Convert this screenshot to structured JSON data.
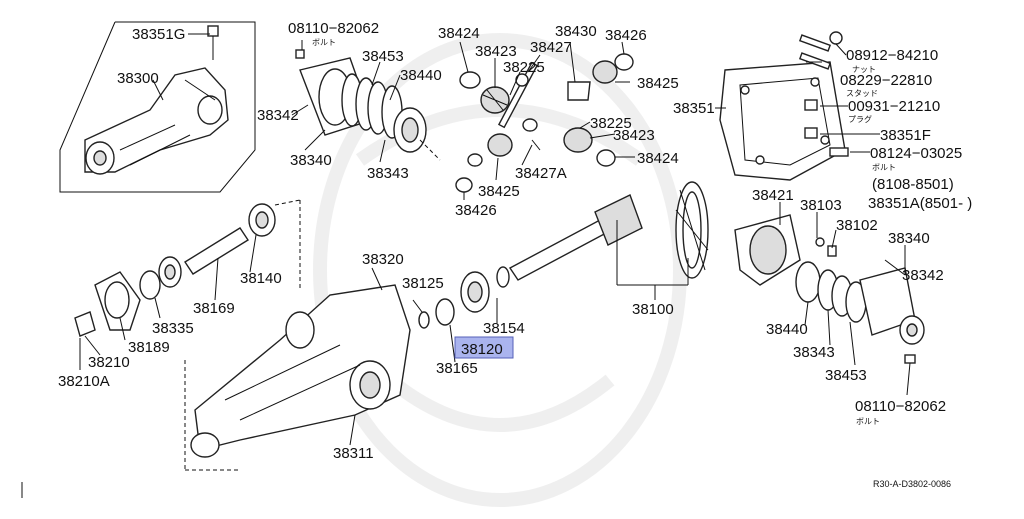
{
  "footer": "R30-A-D3802-0086",
  "callouts": {
    "c38351G": "38351G",
    "c38300": "38300",
    "c08110_top": "08110−82062",
    "c08110_top_sub": "ボルト",
    "c38453_top": "38453",
    "c38440_top": "38440",
    "c38342_top": "38342",
    "c38340_top": "38340",
    "c38343_top": "38343",
    "c38424_a": "38424",
    "c38423_a": "38423",
    "c38430": "38430",
    "c38427": "38427",
    "c38225_a": "38225",
    "c38426_a": "38426",
    "c38425_a": "38425",
    "c38225_b": "38225",
    "c38423_b": "38423",
    "c38424_b": "38424",
    "c38425_b": "38425",
    "c38427A": "38427A",
    "c38426_b": "38426",
    "c08912": "08912−84210",
    "c08912_sub": "ナット",
    "c08229": "08229−22810",
    "c08229_sub": "スタッド",
    "c38351": "38351",
    "c00931": "00931−21210",
    "c00931_sub": "プラグ",
    "c38351F": "38351F",
    "c08124": "08124−03025",
    "c08124_sub": "ボルト",
    "c8108": "(8108-8501)",
    "c38351A": "38351A(8501-  )",
    "c38421": "38421",
    "c38103": "38103",
    "c38102": "38102",
    "c38340_r": "38340",
    "c38342_r": "38342",
    "c38440_r": "38440",
    "c38343_r": "38343",
    "c38453_r": "38453",
    "c08110_bot": "08110−82062",
    "c08110_bot_sub": "ボルト",
    "c38100": "38100",
    "c38320": "38320",
    "c38140": "38140",
    "c38169": "38169",
    "c38125": "38125",
    "c38154": "38154",
    "c38120": "38120",
    "c38165": "38165",
    "c38335": "38335",
    "c38189": "38189",
    "c38210": "38210",
    "c38210A": "38210A",
    "c38311": "38311"
  }
}
